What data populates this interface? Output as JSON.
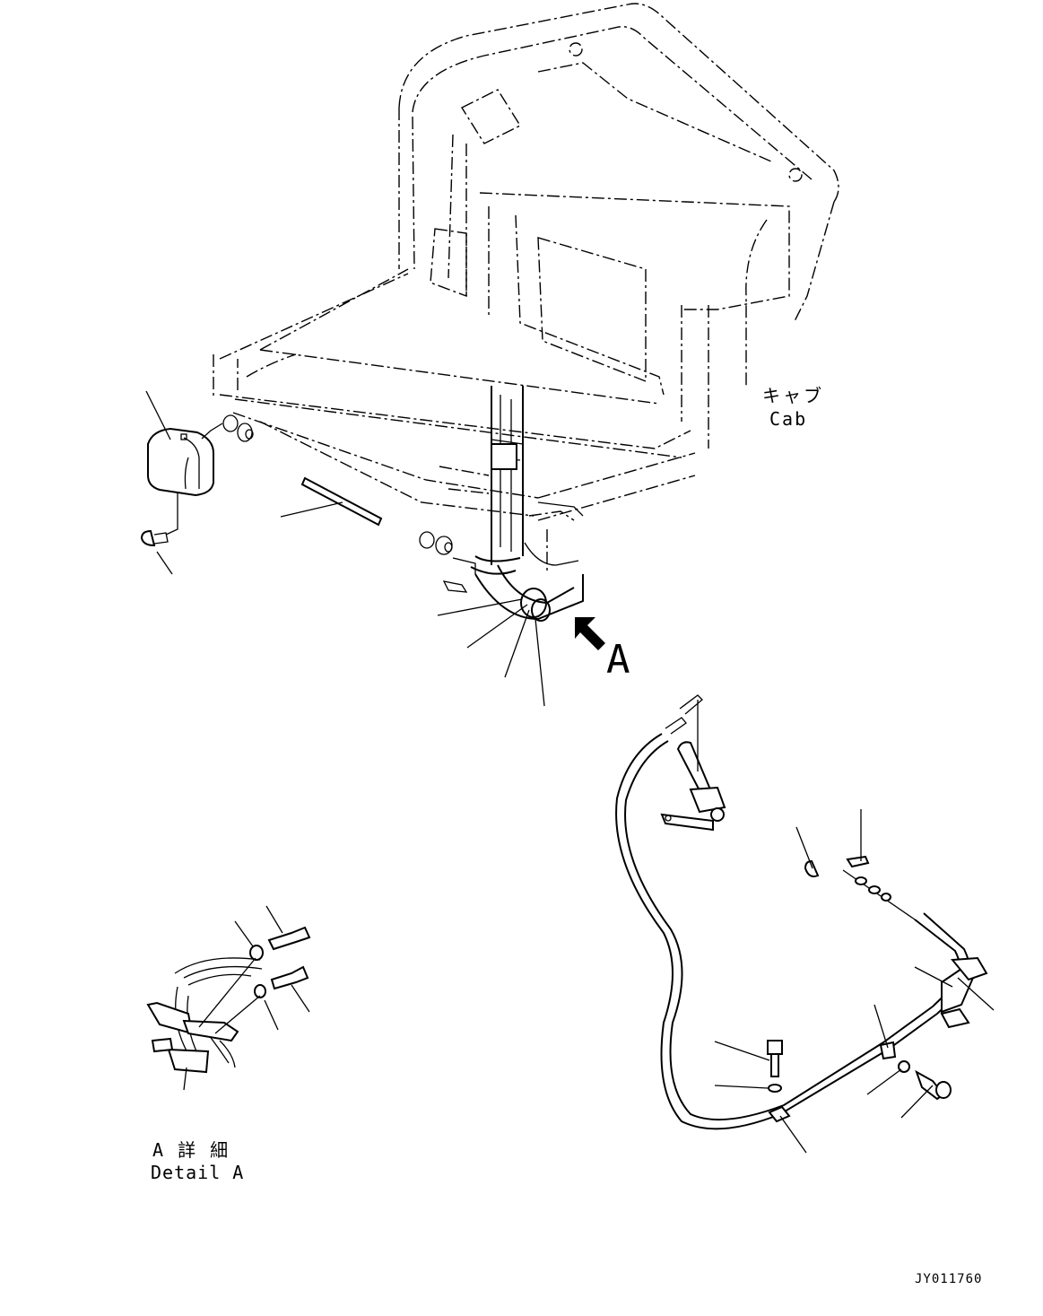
{
  "labels": {
    "cab_jp": "キャブ",
    "cab_en": "Cab",
    "view_arrow": "A",
    "detail_jp": "A 詳 細",
    "detail_en": "Detail A",
    "drawing_number": "JY011760"
  }
}
